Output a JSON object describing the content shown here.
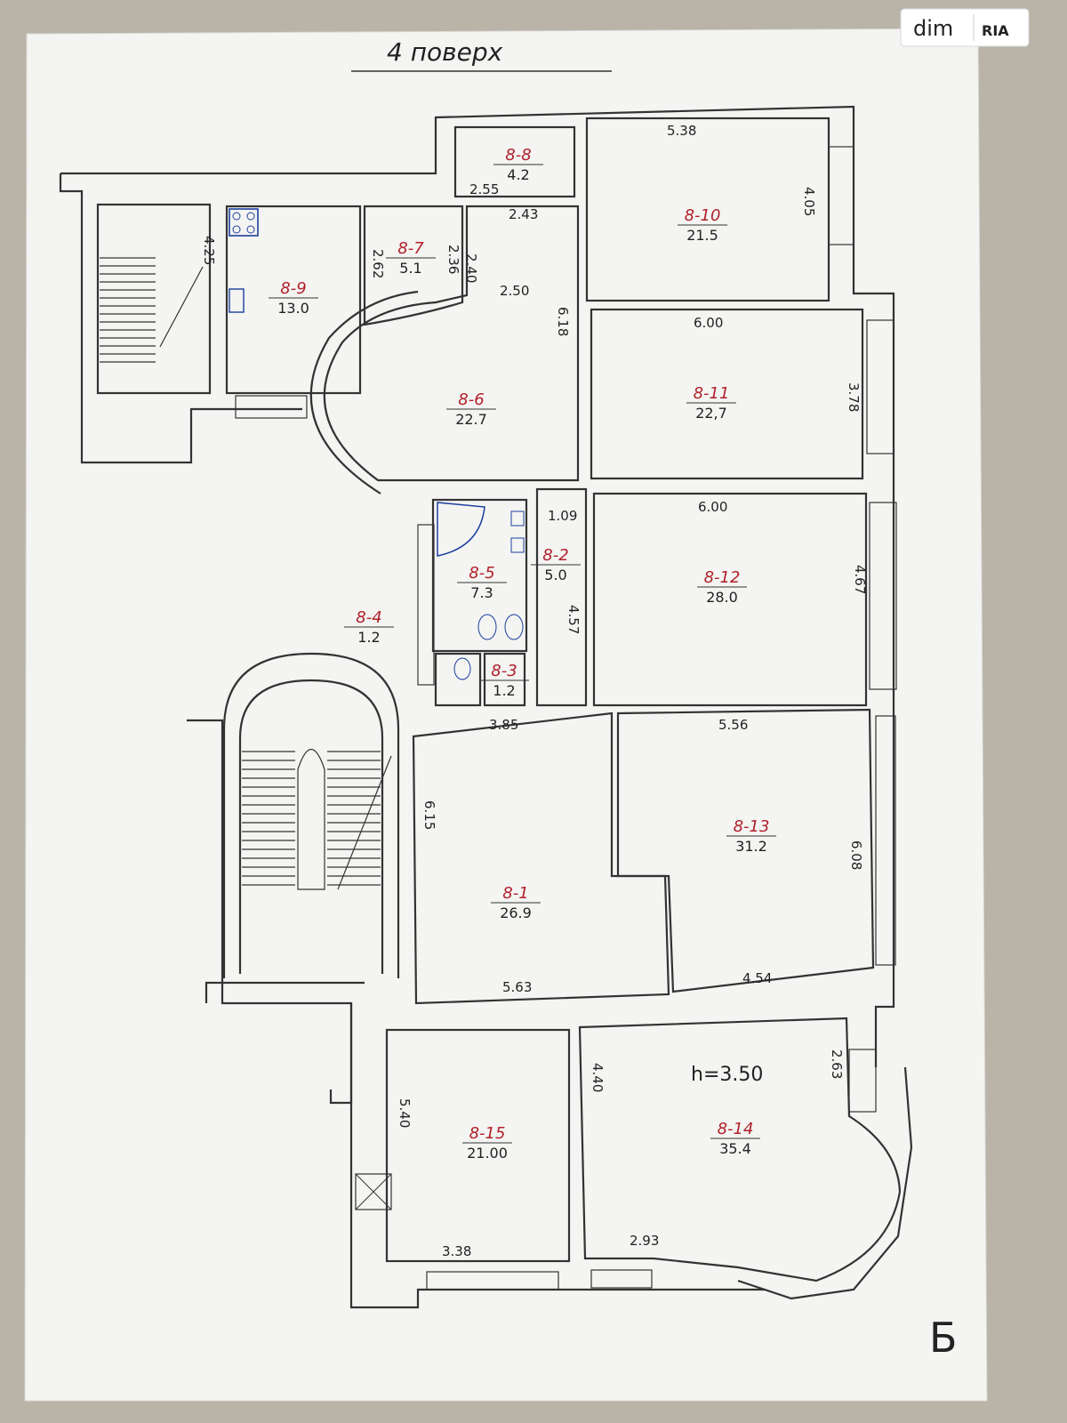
{
  "title": "4 поверх",
  "watermark": {
    "brand": "dim",
    "mark": "RIA"
  },
  "height_note": "h=3.50",
  "rooms": [
    {
      "id": "8-8",
      "area": "4.2"
    },
    {
      "id": "8-10",
      "area": "21.5"
    },
    {
      "id": "8-7",
      "area": "5.1"
    },
    {
      "id": "8-9",
      "area": "13.0"
    },
    {
      "id": "8-6",
      "area": "22.7"
    },
    {
      "id": "8-11",
      "area": "22,7"
    },
    {
      "id": "8-5",
      "area": "7.3"
    },
    {
      "id": "8-2",
      "area": "5.0"
    },
    {
      "id": "8-12",
      "area": "28.0"
    },
    {
      "id": "8-4",
      "area": "1.2"
    },
    {
      "id": "8-3",
      "area": "1.2"
    },
    {
      "id": "8-1",
      "area": "26.9"
    },
    {
      "id": "8-13",
      "area": "31.2"
    },
    {
      "id": "8-15",
      "area": "21.00"
    },
    {
      "id": "8-14",
      "area": "35.4"
    }
  ],
  "dimensions": {
    "d_538": "5.38",
    "d_405": "4.05",
    "d_255": "2.55",
    "d_243": "2.43",
    "d_262": "2.62",
    "d_236": "2.36",
    "d_240": "2.40",
    "d_250": "2.50",
    "d_425": "4.25",
    "d_618": "6.18",
    "d_600a": "6.00",
    "d_378": "3.78",
    "d_109": "1.09",
    "d_600b": "6.00",
    "d_457": "4.57",
    "d_467": "4.67",
    "d_385": "3.85",
    "d_556": "5.56",
    "d_615": "6.15",
    "d_608": "6.08",
    "d_563": "5.63",
    "d_454": "4.54",
    "d_540": "5.40",
    "d_440": "4.40",
    "d_263": "2.63",
    "d_338": "3.38",
    "d_293": "2.93"
  },
  "corner_mark": "Б",
  "colors": {
    "paper": "#f4f4f2",
    "ink": "#333333",
    "code_red": "#b0202a",
    "blue_ink": "#1c3f9e"
  }
}
